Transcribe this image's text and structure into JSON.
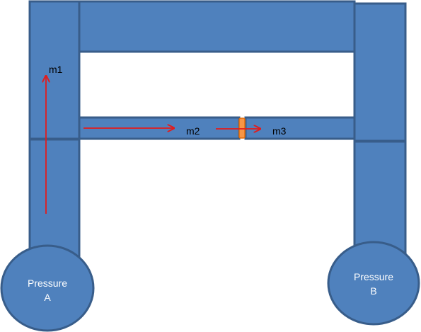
{
  "labels": {
    "m1": "m1",
    "m2": "m2",
    "m3": "m3",
    "tank_a_line1": "Pressure",
    "tank_a_line2": "A",
    "tank_b_line1": "Pressure",
    "tank_b_line2": "B"
  },
  "colors": {
    "pipe_fill": "#4f81bd",
    "pipe_stroke": "#385d8a",
    "arrow": "#e31b1b",
    "valve_fill": "#f79646",
    "valve_stroke": "#e36c09",
    "background": "#ffffff"
  }
}
